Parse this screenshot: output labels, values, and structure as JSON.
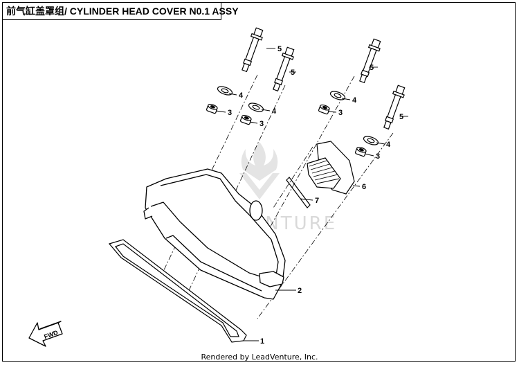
{
  "title": "前气缸盖罩组/ CYLINDER HEAD COVER N0.1 ASSY",
  "watermark": "LEADVENTURE",
  "fwd_label": "FWD",
  "footer": "Rendered by LeadVenture, Inc.",
  "callouts": [
    "5",
    "5",
    "5",
    "5",
    "4",
    "4",
    "4",
    "4",
    "3",
    "3",
    "3",
    "3",
    "6",
    "7",
    "2",
    "1"
  ],
  "colors": {
    "line": "#000000",
    "watermark": "#d9d9d9"
  }
}
